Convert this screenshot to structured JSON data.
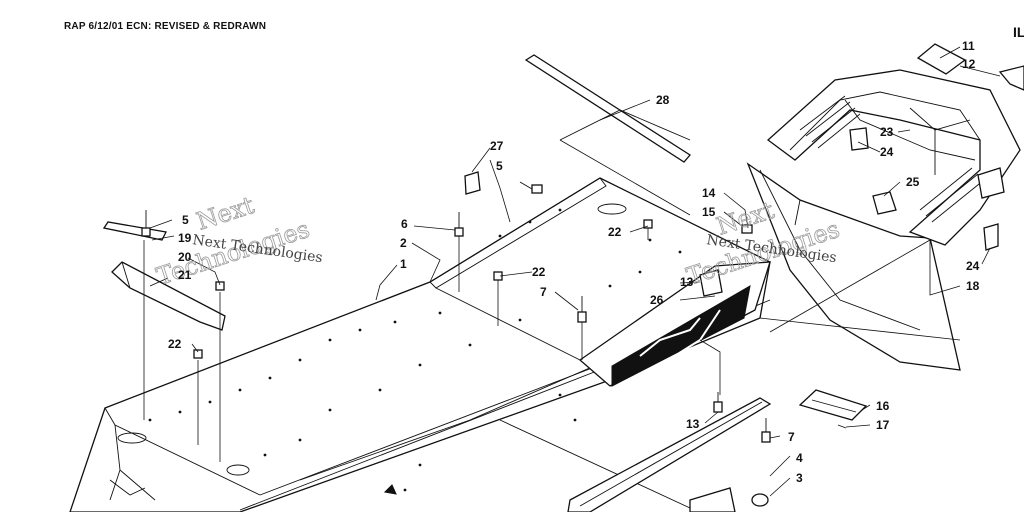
{
  "header": {
    "revision_note": "RAP 6/12/01 ECN: REVISED & REDRAWN"
  },
  "illustration": {
    "code": "IL"
  },
  "watermark": {
    "brand_line_1": "Next Technologies",
    "brand_line_2": "Next Technologies",
    "outline_1": "Next",
    "outline_2": "Technologies",
    "outline_3": "Next",
    "outline_4": "Technologies"
  },
  "callouts": [
    {
      "id": "c1",
      "label": "1"
    },
    {
      "id": "c2",
      "label": "2"
    },
    {
      "id": "c3",
      "label": "3"
    },
    {
      "id": "c4",
      "label": "4"
    },
    {
      "id": "c5a",
      "label": "5"
    },
    {
      "id": "c5b",
      "label": "5"
    },
    {
      "id": "c6",
      "label": "6"
    },
    {
      "id": "c7a",
      "label": "7"
    },
    {
      "id": "c7b",
      "label": "7"
    },
    {
      "id": "c11",
      "label": "11"
    },
    {
      "id": "c12",
      "label": "12"
    },
    {
      "id": "c13a",
      "label": "13"
    },
    {
      "id": "c13b",
      "label": "13"
    },
    {
      "id": "c14",
      "label": "14"
    },
    {
      "id": "c15",
      "label": "15"
    },
    {
      "id": "c16",
      "label": "16"
    },
    {
      "id": "c17",
      "label": "17"
    },
    {
      "id": "c18",
      "label": "18"
    },
    {
      "id": "c19",
      "label": "19"
    },
    {
      "id": "c20",
      "label": "20"
    },
    {
      "id": "c21",
      "label": "21"
    },
    {
      "id": "c22a",
      "label": "22"
    },
    {
      "id": "c22b",
      "label": "22"
    },
    {
      "id": "c22c",
      "label": "22"
    },
    {
      "id": "c23",
      "label": "23"
    },
    {
      "id": "c24a",
      "label": "24"
    },
    {
      "id": "c24b",
      "label": "24"
    },
    {
      "id": "c25",
      "label": "25"
    },
    {
      "id": "c26",
      "label": "26"
    },
    {
      "id": "c27",
      "label": "27"
    },
    {
      "id": "c28",
      "label": "28"
    }
  ]
}
